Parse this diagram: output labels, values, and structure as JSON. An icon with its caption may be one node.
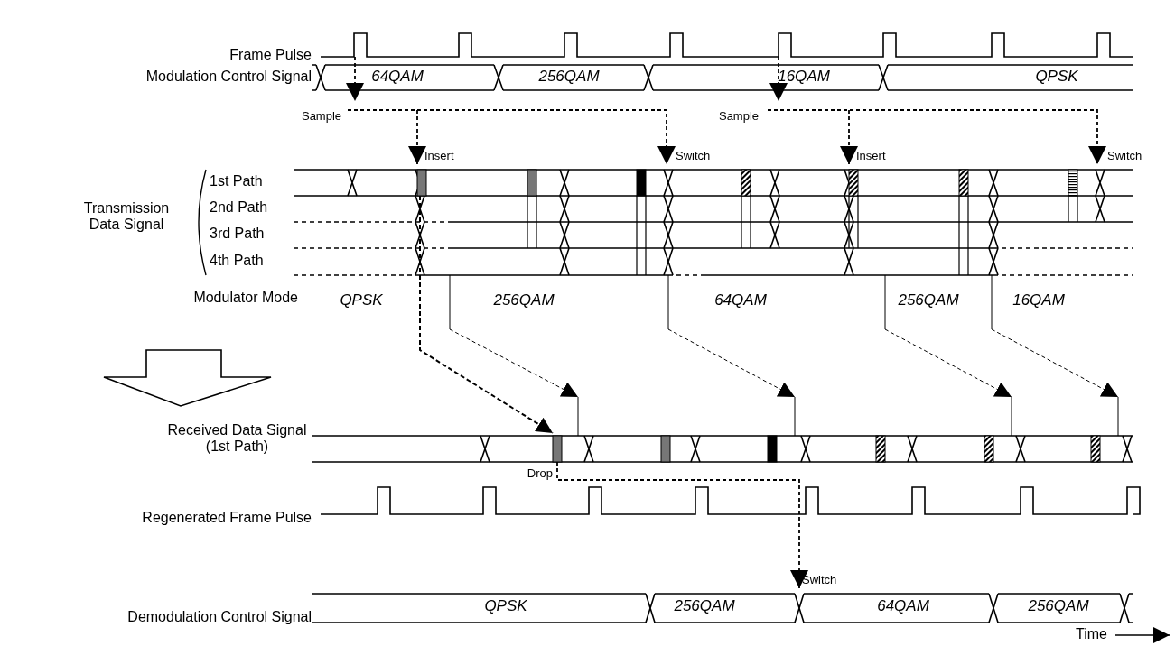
{
  "diagram": {
    "labels": [
      "Frame Pulse",
      "Modulation Control Signal",
      "64QAM",
      "256QAM",
      "16QAM",
      "QPSK",
      "Sample",
      "Sample",
      "Insert",
      "Switch",
      "Insert",
      "Switch",
      "1st Path",
      "Transmission Data Signal",
      "2nd Path",
      "3rd Path",
      "4th Path",
      "Modulator Mode",
      "QPSK",
      "256QAM",
      "64QAM",
      "256QAM",
      "16QAM",
      "Received Data Signal (1st Path)",
      "Drop",
      "Regenerated Frame Pulse",
      "Switch",
      "Demodulation Control Signal",
      "QPSK",
      "256QAM",
      "64QAM",
      "256QAM",
      "Time"
    ]
  }
}
